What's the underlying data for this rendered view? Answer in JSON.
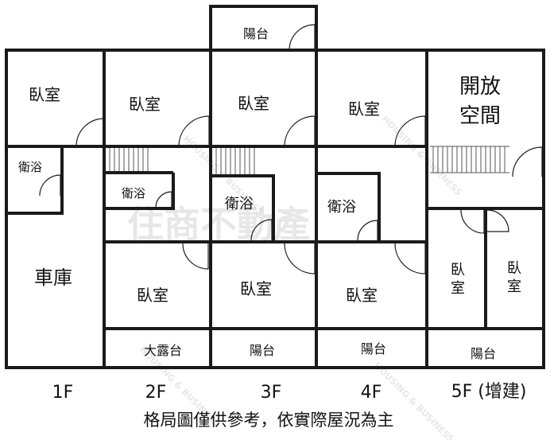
{
  "watermark": {
    "brand": "住商不動產",
    "sub": "HOUSING & BUSINESS"
  },
  "floors": {
    "f1": {
      "label": "1F",
      "rooms": {
        "bedroom": "臥室",
        "bath": "衛浴",
        "garage": "車庫"
      }
    },
    "f2": {
      "label": "2F",
      "rooms": {
        "bedroom_top": "臥室",
        "bath": "衛浴",
        "bedroom_bottom": "臥室",
        "terrace": "大露台"
      }
    },
    "f3": {
      "label": "3F",
      "rooms": {
        "balcony_top": "陽台",
        "bedroom_top": "臥室",
        "bath": "衛浴",
        "bedroom_bottom": "臥室",
        "balcony_bottom": "陽台"
      }
    },
    "f4": {
      "label": "4F",
      "rooms": {
        "bedroom_top": "臥室",
        "bath": "衛浴",
        "bedroom_bottom": "臥室",
        "balcony": "陽台"
      }
    },
    "f5": {
      "label": "5F (增建)",
      "rooms": {
        "open_space_line1": "開放",
        "open_space_line2": "空間",
        "bedroom_a_line1": "臥",
        "bedroom_a_line2": "室",
        "bedroom_b_line1": "臥",
        "bedroom_b_line2": "室",
        "balcony": "陽台"
      }
    }
  },
  "disclaimer": "格局圖僅供參考，依實際屋況為主"
}
